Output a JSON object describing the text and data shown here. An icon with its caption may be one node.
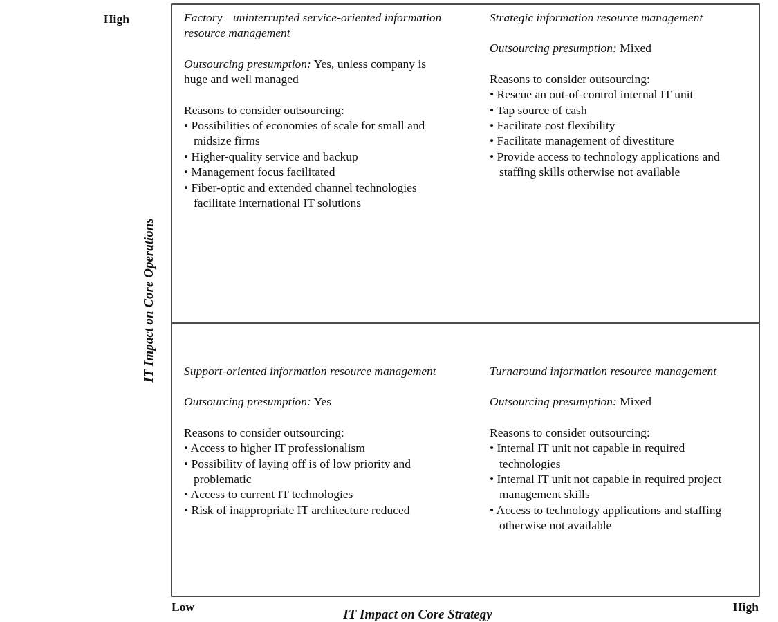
{
  "diagram": {
    "nodes": [
      {
        "text": [
          "Factory—uninterrupted service-oriented information resource management",
          "*Outsourcing presumption:* Yes, unless company is huge and well managed",
          "Reasons to consider outsourcing:",
          "• Possibilities of economies of scale for small and midsize firms",
          "• Higher-quality service and backup",
          "• Management focus facilitated",
          "• Fiber-optic and extended channel technologies facilitate international IT solutions"
        ]
      },
      {
        "text": [
          "Strategic information resource management",
          "*Outsourcing presumption:* Mixed",
          "Reasons to consider outsourcing:",
          "• Rescue an out-of-control internal IT unit",
          "• Tap source of cash",
          "• Facilitate cost flexibility",
          "• Facilitate management of divestiture",
          "• Provide access to technology applications and staffing skills otherwise not available"
        ]
      },
      {
        "text": [
          "Support-oriented information resource management",
          "*Outsourcing presumption:* Yes",
          "Reasons to consider outsourcing:",
          "• Access to higher IT professionalism",
          "• Possibility of laying off is of low priority and problematic",
          "• Access to current IT technologies",
          "• Risk of inappropriate IT architecture reduced"
        ]
      },
      {
        "text": [
          "Turnaround information resource management",
          "*Outsourcing presumption:* Mixed",
          "Reasons to consider outsourcing:",
          "• Internal IT unit not capable in required technologies",
          "• Internal IT unit not capable in required project management skills",
          "• Access to technology applications and staffing otherwise not available"
        ]
      }
    ],
    "labels": [
      "High",
      "IT Impact on Core Operations",
      "Low",
      "IT Impact on Core Strategy",
      "High"
    ]
  }
}
